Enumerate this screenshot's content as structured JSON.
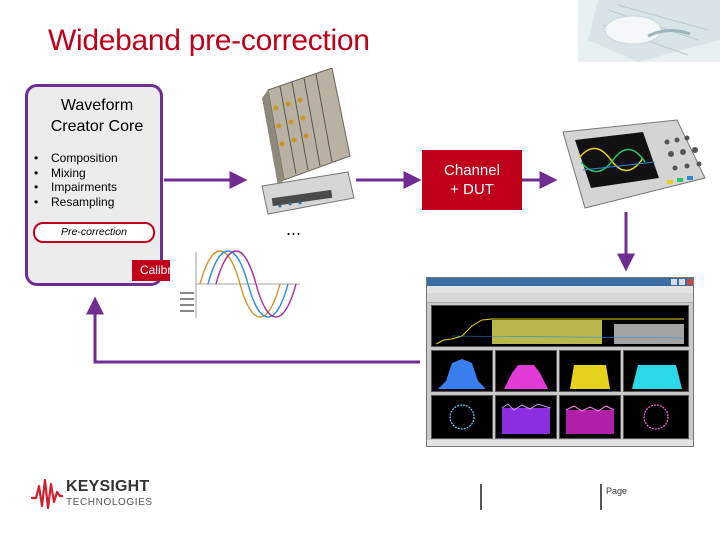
{
  "slide": {
    "title": "Wideband pre-correction",
    "page_label": "Page"
  },
  "core": {
    "title_line1": "Waveform",
    "title_line2": "Creator Core",
    "items": [
      "Composition",
      "Mixing",
      "Impairments",
      "Resampling"
    ],
    "precorrection_label": "Pre-correction"
  },
  "channel": {
    "line1": "Channel",
    "line2": "+ DUT"
  },
  "ellipsis": "...",
  "calibration_label": "Calibration Signal",
  "logo": {
    "word1": "KEYSIGHT",
    "word2": "TECHNOLOGIES"
  },
  "colors": {
    "accent": "#c0001a",
    "purple": "#6f2c91",
    "box_fill": "#ececec"
  }
}
